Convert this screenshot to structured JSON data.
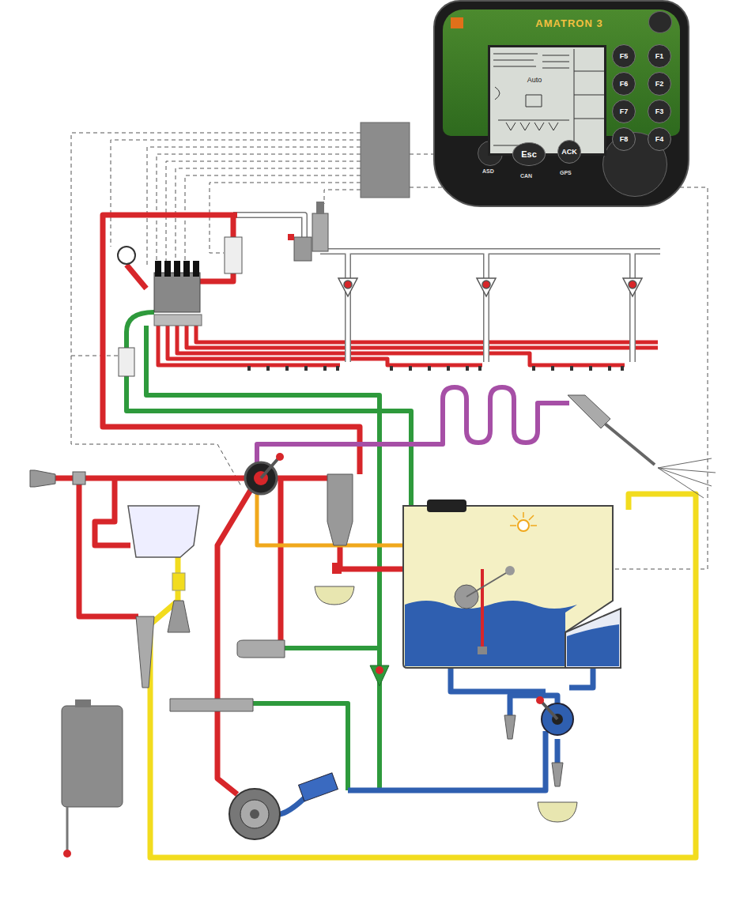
{
  "diagram": {
    "nodes": [
      {
        "text": [
          "AMATRON 3"
        ]
      },
      {
        "text": [
          "Auto"
        ],
        "in": 0
      },
      {
        "text": [
          "F5"
        ],
        "in": 0
      },
      {
        "text": [
          "F1"
        ],
        "in": 0
      },
      {
        "text": [
          "F6"
        ],
        "in": 0
      },
      {
        "text": [
          "F2"
        ],
        "in": 0
      },
      {
        "text": [
          "F7"
        ],
        "in": 0
      },
      {
        "text": [
          "F3"
        ],
        "in": 0
      },
      {
        "text": [
          "F8"
        ],
        "in": 0
      },
      {
        "text": [
          "F4"
        ],
        "in": 0
      },
      {
        "text": [
          "Esc"
        ],
        "in": 0
      },
      {
        "text": [
          "ACK"
        ],
        "in": 0
      }
    ],
    "labels": [
      "ASD",
      "CAN",
      "GPS"
    ]
  }
}
